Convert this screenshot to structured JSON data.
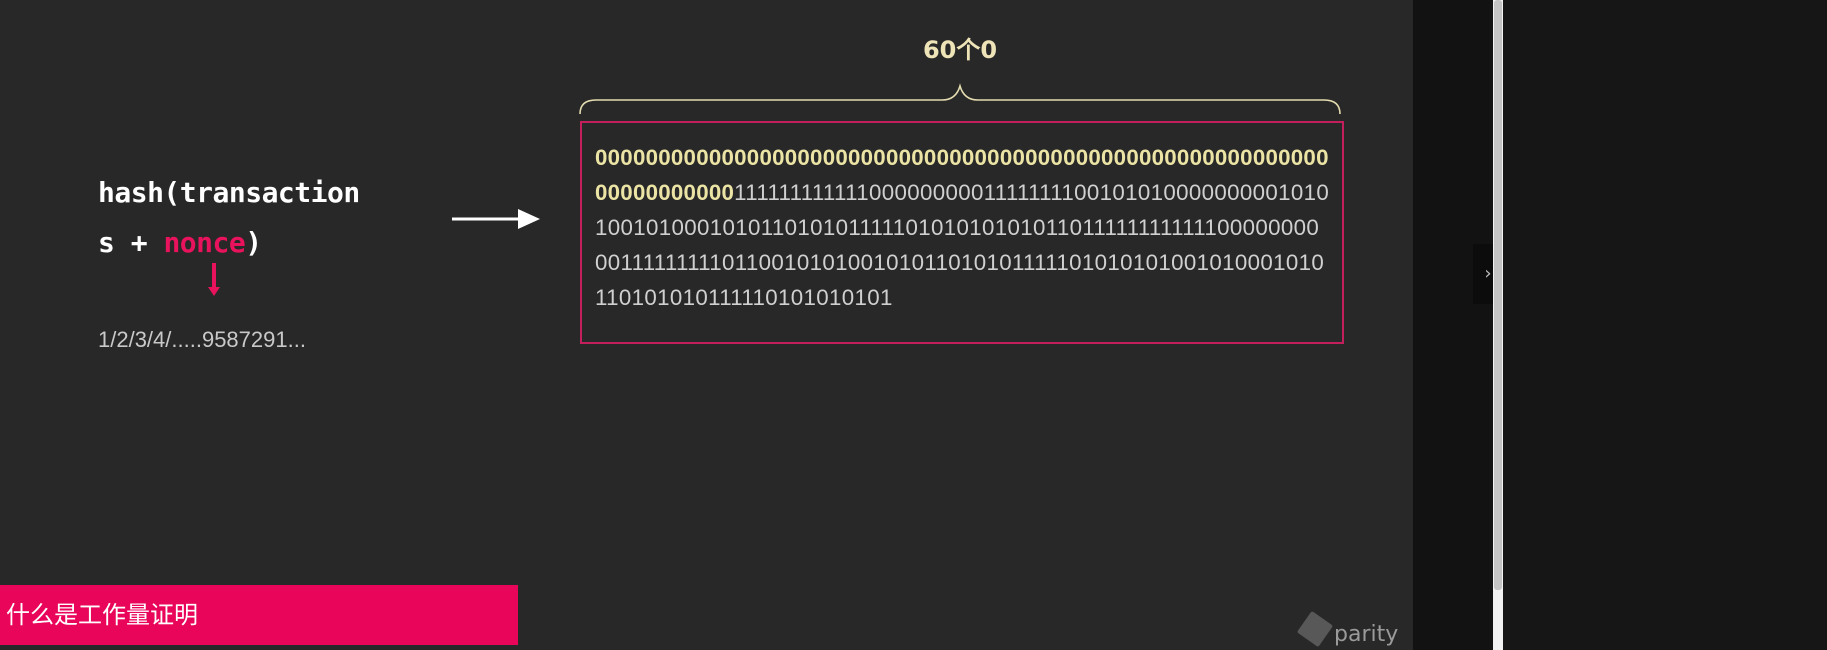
{
  "slide": {
    "formula": {
      "line1": "hash(transaction",
      "line2_prefix": "s + ",
      "nonce": "nonce",
      "line2_suffix": ")"
    },
    "nonce_sequence": "1/2/3/4/.....9587291...",
    "brace_label": "60个0",
    "hash_zeros": "000000000000000000000000000000000000000000000000000000000000000000000",
    "hash_rest": "11111111111100000000011111111001010100000000010101001010001010110101011111010101010101101111111111110000000000111111111011001010100101011010101111101010101001010001010110101010111110101010101",
    "caption": "什么是工作量证明",
    "logo_text": "parity"
  },
  "viewer": {
    "next_icon_glyph": "›"
  },
  "colors": {
    "slide_background": "#282828",
    "accent_pink": "#e8135c",
    "zeros_yellow": "#ece4a5",
    "box_border": "#c21f5c",
    "caption_background": "#e9065a"
  }
}
